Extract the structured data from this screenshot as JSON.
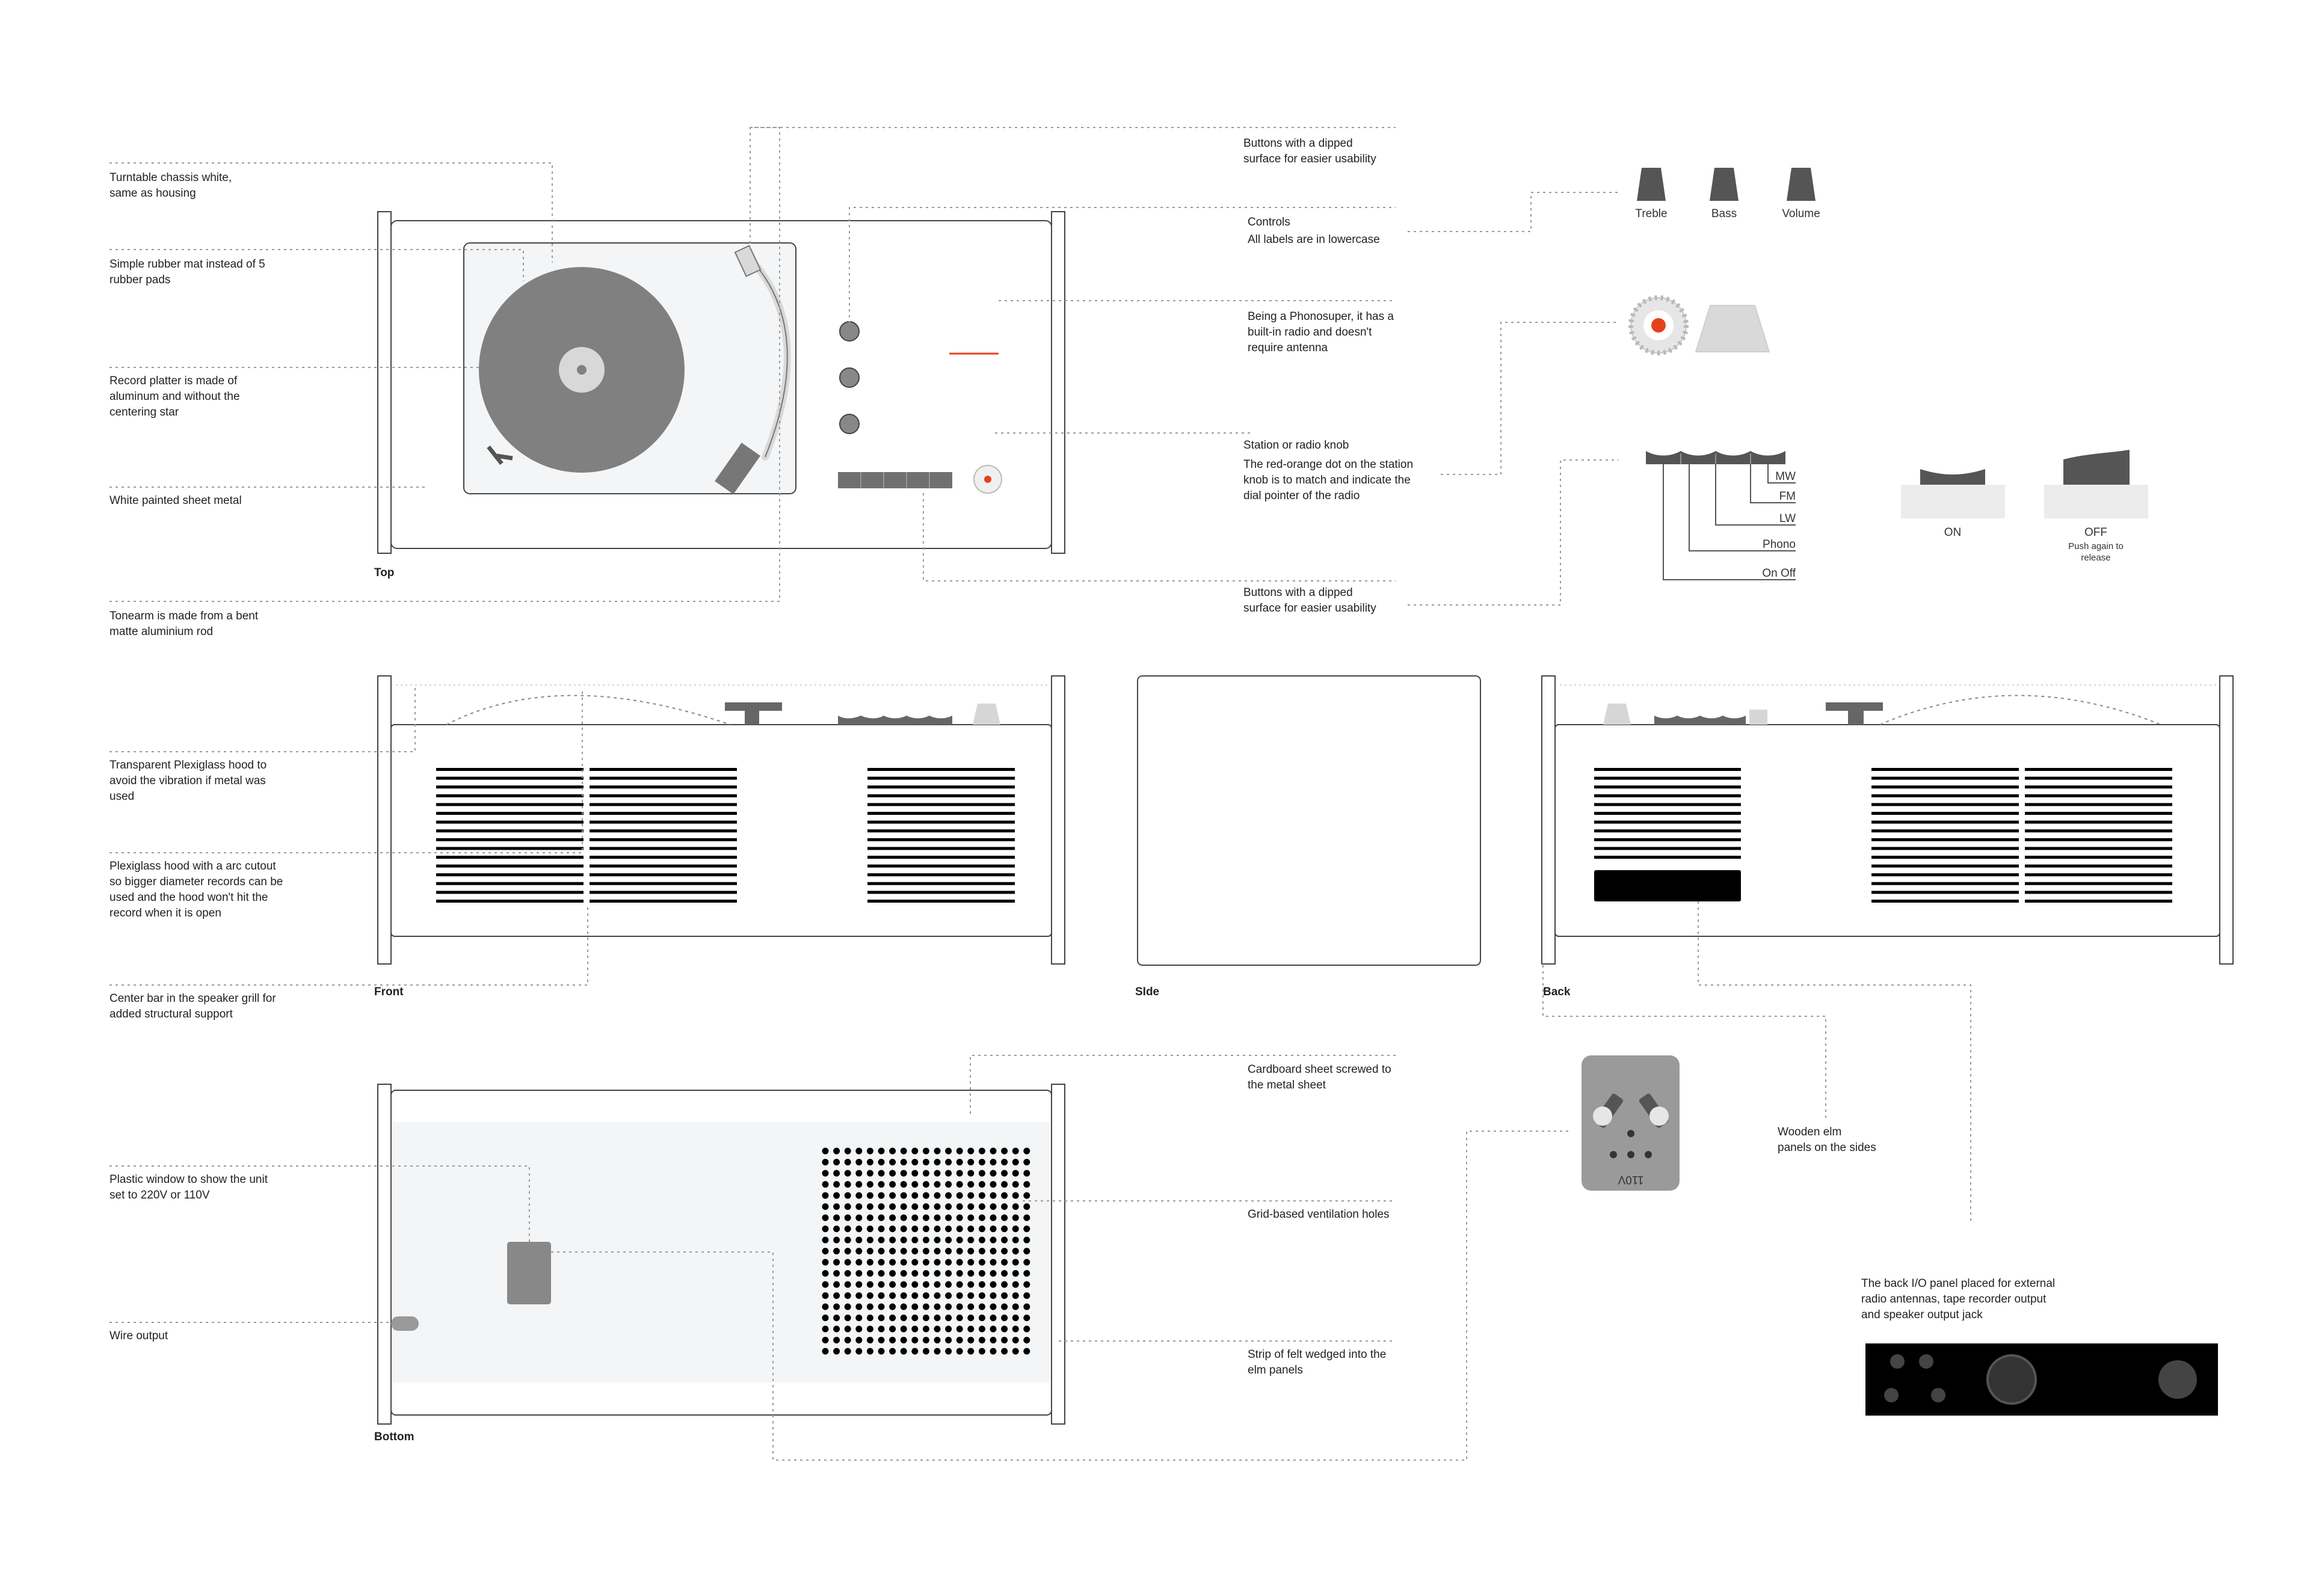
{
  "views": {
    "top": "Top",
    "front": "Front",
    "side": "SIde",
    "back": "Back",
    "bottom": "Bottom"
  },
  "annotations": {
    "chassis": [
      "Turntable chassis white,",
      "same as housing"
    ],
    "mat": [
      "Simple rubber mat instead of 5",
      "rubber pads"
    ],
    "platter": [
      "Record platter is made of",
      "aluminum and without the",
      "centering star"
    ],
    "sheet_metal": [
      "White painted sheet metal"
    ],
    "tonearm": [
      "Tonearm is made from a bent",
      "matte aluminium rod"
    ],
    "buttons_top": [
      "Buttons with a dipped",
      "surface for easier usability"
    ],
    "controls": [
      "Controls",
      "All labels are in lowercase"
    ],
    "phonosuper": [
      "Being a Phonosuper, it has a",
      "built-in radio and doesn't",
      "require antenna"
    ],
    "station_knob": [
      "Station or radio knob",
      "The red-orange dot on the station",
      "knob is to match and indicate the",
      "dial pointer of the radio"
    ],
    "buttons_bottom": [
      "Buttons with a dipped",
      "surface for easier usability"
    ],
    "hood": [
      "Transparent Plexiglass hood to",
      "avoid the vibration if metal was",
      "used"
    ],
    "hood_arc": [
      "Plexiglass hood with a arc cutout",
      "so bigger diameter records can be",
      "used and the hood won't hit the",
      "record when it is open"
    ],
    "center_bar": [
      "Center bar in the speaker grill for",
      "added structural support"
    ],
    "plastic_window": [
      "Plastic window to show the unit",
      "set to 220V or 110V"
    ],
    "wire": [
      "Wire output"
    ],
    "cardboard": [
      "Cardboard sheet screwed to",
      "the metal sheet"
    ],
    "vent": [
      "Grid-based ventilation holes"
    ],
    "felt": [
      "Strip of felt wedged into the",
      "elm panels"
    ],
    "elm": [
      "Wooden elm",
      "panels on the sides"
    ],
    "io_panel": [
      "The back I/O panel placed for external",
      "radio antennas, tape recorder output",
      "and speaker output jack"
    ]
  },
  "knobs": [
    "Treble",
    "Bass",
    "Volume"
  ],
  "band_labels": [
    "MW",
    "FM",
    "LW",
    "Phono",
    "On Off"
  ],
  "switch": {
    "on": "ON",
    "off": "OFF",
    "off_note": [
      "Push again to",
      "release"
    ]
  },
  "voltage_label": "110V",
  "colors": {
    "accent": "#e8401c",
    "dark": "#555555",
    "mid": "#888888",
    "light": "#d9d9d9",
    "panel": "#f4f5f6",
    "black": "#000000"
  }
}
